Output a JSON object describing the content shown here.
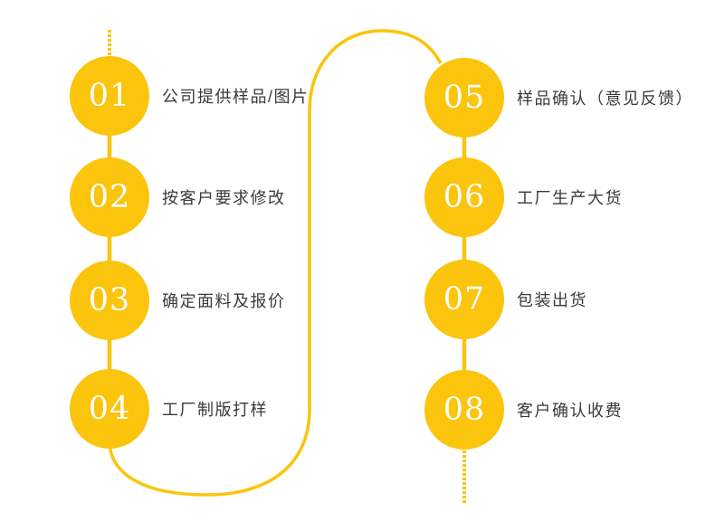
{
  "colors": {
    "accent": "#FBC40D",
    "text-color": "#3A3A3A",
    "number-color": "#FFFFFF"
  },
  "steps": [
    {
      "number": "01",
      "label": "公司提供样品/图片"
    },
    {
      "number": "02",
      "label": "按客户要求修改"
    },
    {
      "number": "03",
      "label": "确定面料及报价"
    },
    {
      "number": "04",
      "label": "工厂制版打样"
    },
    {
      "number": "05",
      "label": "样品确认（意见反馈）"
    },
    {
      "number": "06",
      "label": "工厂生产大货"
    },
    {
      "number": "07",
      "label": "包装出货"
    },
    {
      "number": "08",
      "label": "客户确认收费"
    }
  ]
}
